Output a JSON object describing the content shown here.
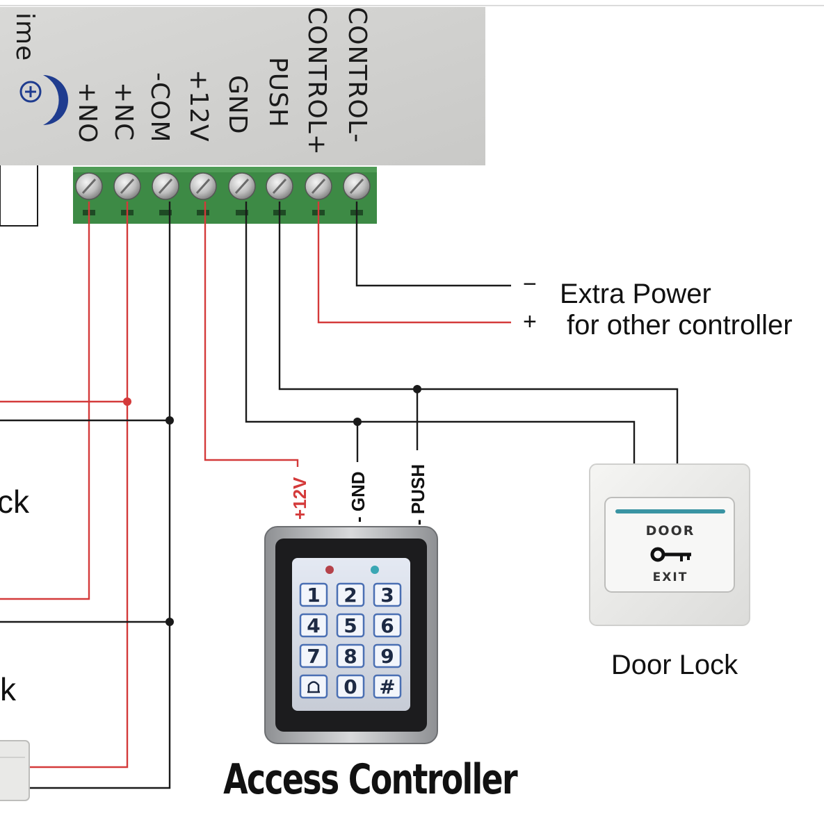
{
  "controller_box": {
    "partial_label": "ime",
    "terminals": [
      "+NO",
      "+NC",
      "-COM",
      "+12V",
      "GND",
      "PUSH",
      "CONTROL+",
      "CONTROL-"
    ]
  },
  "extra_power": {
    "minus_sign": "−",
    "plus_sign": "+",
    "line1": "Extra Power",
    "line2": "for other controller"
  },
  "keypad_wire_labels": {
    "v12": "+12V",
    "gnd": "- GND",
    "push": "- PUSH"
  },
  "keypad": {
    "keys": [
      "1",
      "2",
      "3",
      "4",
      "5",
      "6",
      "7",
      "8",
      "9",
      "bell",
      "0",
      "#"
    ],
    "caption": "Access Controller"
  },
  "exit_button": {
    "top_text": "DOOR",
    "bottom_text": "EXIT",
    "caption": "Door Lock"
  },
  "left_partial_labels": {
    "upper": "ck",
    "lower": "k"
  },
  "colors": {
    "wire_red": "#d43a3a",
    "wire_black": "#1a1a1a",
    "terminal_green": "#3d8a45",
    "box_gray": "#d3d3d1",
    "blue_accent": "#1f3c8f"
  }
}
